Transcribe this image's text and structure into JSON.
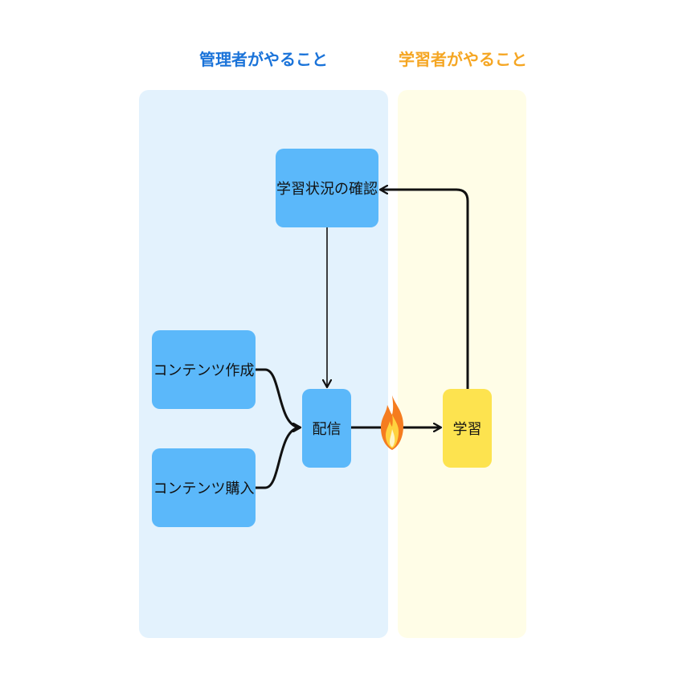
{
  "lanes": {
    "admin": {
      "title": "管理者がやること",
      "title_color": "#1a73d9",
      "bg_color": "#e3f2fd"
    },
    "learner": {
      "title": "学習者がやること",
      "title_color": "#f5a623",
      "bg_color": "#fffde7"
    }
  },
  "nodes": {
    "check_progress": {
      "label": "学習状況の確認",
      "color": "#5bb8fa"
    },
    "create_content": {
      "label": "コンテンツ作成",
      "color": "#5bb8fa"
    },
    "buy_content": {
      "label": "コンテンツ購入",
      "color": "#5bb8fa"
    },
    "deliver": {
      "label": "配信",
      "color": "#5bb8fa"
    },
    "learn": {
      "label": "学習",
      "color": "#fde34f"
    }
  },
  "edges": [
    {
      "from": "create_content",
      "to": "deliver"
    },
    {
      "from": "buy_content",
      "to": "deliver"
    },
    {
      "from": "check_progress",
      "to": "deliver"
    },
    {
      "from": "deliver",
      "to": "learn",
      "icon": "fire-icon"
    },
    {
      "from": "learn",
      "to": "check_progress"
    }
  ],
  "colors": {
    "connector": "#111111"
  }
}
